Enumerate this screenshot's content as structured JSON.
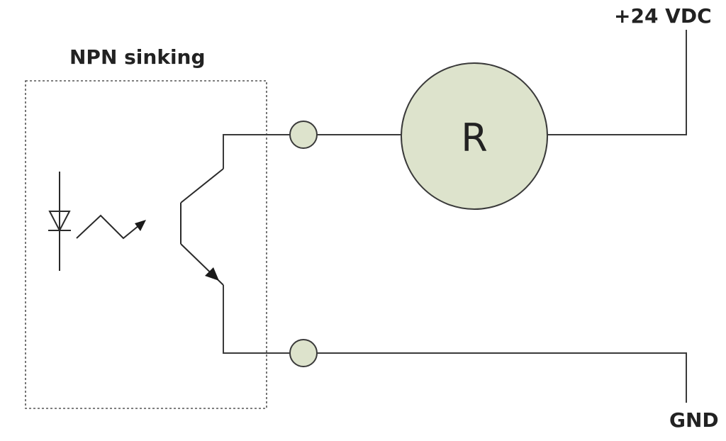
{
  "diagram": {
    "module_label": "NPN sinking",
    "supply_label": "+24 VDC",
    "ground_label": "GND",
    "load_label": "R"
  },
  "colors": {
    "terminal_fill": "#dde3cc",
    "load_fill": "#dde3cc",
    "line": "#3a3a3a"
  }
}
